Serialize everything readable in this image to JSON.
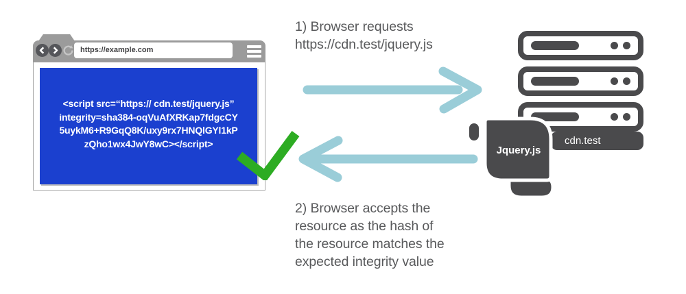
{
  "browser": {
    "url": "https://example.com",
    "script_lines": [
      "<script src=“https:// cdn.test/jquery.js”",
      "integrity=sha384-oqVuAfXRKap7fdgcCY",
      "5uykM6+R9GqQ8K/uxy9rx7HNQlGYl1kP",
      "zQho1wx4JwY8wC></script>"
    ]
  },
  "labels": {
    "step1_lines": [
      "1) Browser requests",
      "https://cdn.test/jquery.js"
    ],
    "step2_lines": [
      "2) Browser accepts the",
      "resource as the hash of",
      "the resource matches the",
      "expected integrity value"
    ]
  },
  "server": {
    "label": "cdn.test"
  },
  "file": {
    "label": "Jquery.js"
  },
  "icons": {
    "back": "back-icon",
    "forward": "forward-icon",
    "refresh": "refresh-icon",
    "menu": "hamburger-menu-icon",
    "check": "checkmark-icon",
    "request_arrow": "arrow-right-icon",
    "response_arrow": "arrow-left-icon",
    "servers": "server-stack-icon",
    "file": "scroll-icon"
  },
  "colors": {
    "content_blue": "#1b40cf",
    "arrow_blue": "#9acdd8",
    "check_green": "#2dac23",
    "icon_dark_gray": "#4a4a4c",
    "text_gray": "#58595b",
    "chrome_gray": "#9b9b9b"
  }
}
